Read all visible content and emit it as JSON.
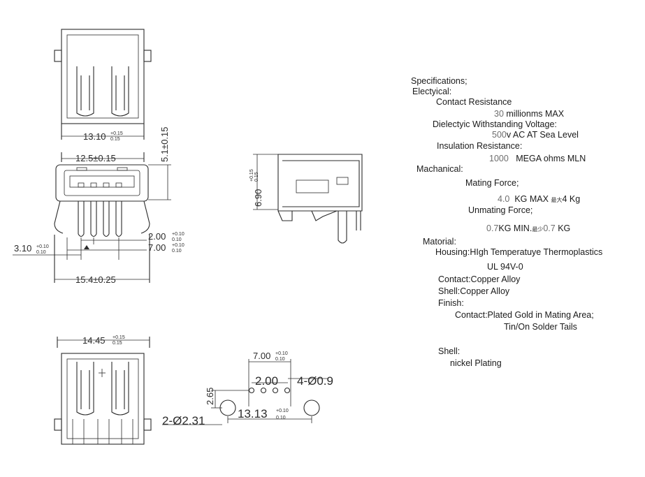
{
  "top_view": {
    "width_dim": "13.10",
    "width_tol_plus": "+0.15",
    "width_tol_minus": "0.15"
  },
  "front_view": {
    "opening_dim": "12.5±0.15",
    "height_dim": "5.1±0.15",
    "pitch_dim": "2.00",
    "pitch_tol_plus": "+0.10",
    "pitch_tol_minus": "0.10",
    "span_dim": "7.00",
    "span_tol_plus": "+0.10",
    "span_tol_minus": "0.10",
    "offset_dim": "3.10",
    "offset_tol_plus": "+0.10",
    "offset_tol_minus": "0.10",
    "overall_dim": "15.4±0.25"
  },
  "side_view": {
    "height_dim": "6.90",
    "height_tol_plus": "+0.15",
    "height_tol_minus": "0.15"
  },
  "bottom_view": {
    "width_dim": "14.45",
    "width_tol_plus": "+0.15",
    "width_tol_minus": "0.15"
  },
  "footprint": {
    "span_dim": "7.00",
    "span_tol_plus": "+0.10",
    "span_tol_minus": "0.10",
    "pitch": "2.00",
    "pin_holes": "4-Ø0.9",
    "row_offset": "2.65",
    "mount_holes": "2-Ø2.31",
    "mount_span": "13.13",
    "mount_tol_plus": "+0.10",
    "mount_tol_minus": "0.10"
  },
  "specs": {
    "heading": "Specifications;",
    "electrical": "Electyical:",
    "contact_resistance_label": "Contact  Resistance",
    "contact_resistance_value": "30",
    "contact_resistance_unit": "millionms MAX",
    "dielectric_label": "Dielectyic Withstanding Voltage:",
    "dielectric_value": "500",
    "dielectric_unit": "v AC AT Sea Level",
    "insulation_label": "Insulation Resistance:",
    "insulation_value": "1000",
    "insulation_unit": "MEGA ohms MLN",
    "mechanical": "Machanical:",
    "mating_label": "Mating Force;",
    "mating_value": "4.0",
    "mating_unit": "KG MAX",
    "mating_cjk": "最大",
    "mating_alt": "4 Kg",
    "unmating_label": "Unmating Force;",
    "unmating_value": "0.7",
    "unmating_unit": "KG MIN.",
    "unmating_cjk": "最少",
    "unmating_alt_value": "0.7",
    "unmating_alt_unit": "KG",
    "material": "Matorial:",
    "housing": "Housing:HIgh Temperatuye Thermoplastics",
    "ul": "UL 94V-0",
    "contact": "Contact:Copper Alloy",
    "shell": "Shell:Copper Alloy",
    "finish": "Finish:",
    "finish_contact": "Contact:Plated Gold in Mating Area;",
    "finish_tails": "Tin/On Solder Tails",
    "shell2": "Shell:",
    "nickel": "nickel Plating"
  }
}
